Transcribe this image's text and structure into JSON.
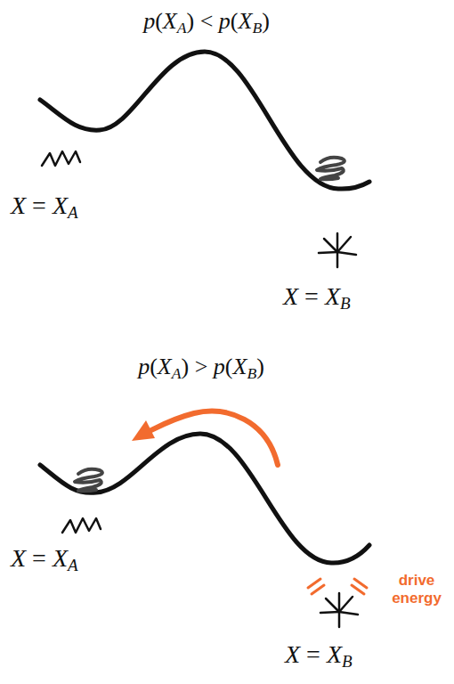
{
  "diagram": {
    "labels": [
      "p(XA) < p(XB)",
      "X = XA",
      "X = XB",
      "p(XA) > p(XB)",
      "X = XA",
      "X = XB",
      "drive energy"
    ]
  }
}
